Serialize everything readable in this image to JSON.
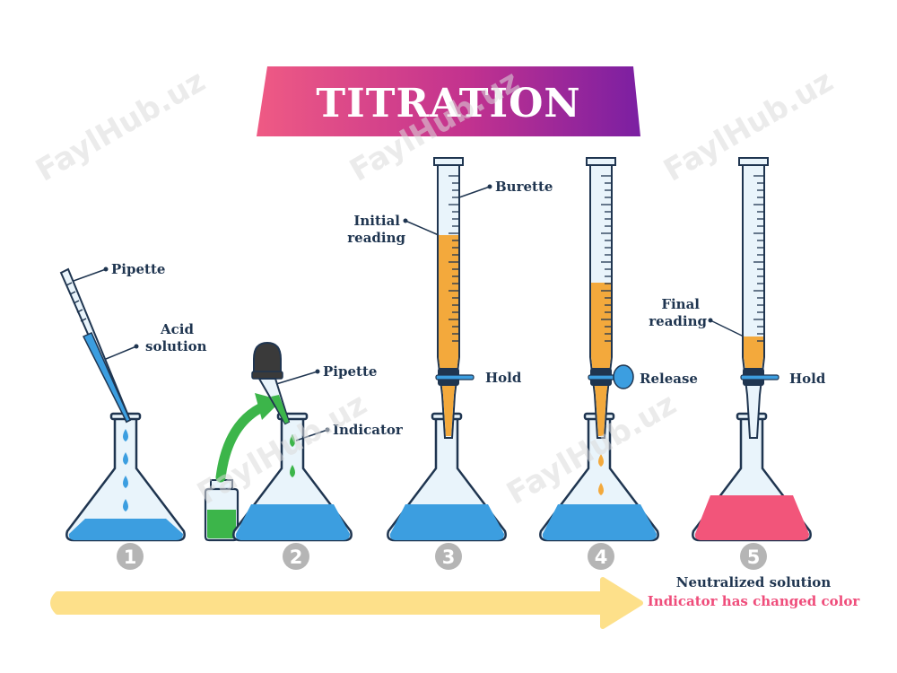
{
  "title": "TITRATION",
  "watermark": "FaylHub.uz",
  "steps": [
    "1",
    "2",
    "3",
    "4",
    "5"
  ],
  "labels": {
    "pipette_1": "Pipette",
    "acid_solution": [
      "Acid",
      "solution"
    ],
    "pipette_2": "Pipette",
    "indicator": "Indicator",
    "burette": "Burette",
    "initial_reading": [
      "Initial",
      "reading"
    ],
    "hold_3": "Hold",
    "release": "Release",
    "final_reading": [
      "Final",
      "reading"
    ],
    "hold_5": "Hold"
  },
  "result": {
    "line1": "Neutralized solution",
    "line2": "Indicator has changed color"
  },
  "colors": {
    "blue_solution": "#3c9ee0",
    "orange_titrant": "#f3a93c",
    "green_indicator": "#3cb54a",
    "pink_neutralized": "#f2557a",
    "glass": "#e9f4fb",
    "outline": "#1f3550",
    "arrow": "#fde08a",
    "title_gradient": [
      "#ef5a84",
      "#7b1fa2"
    ],
    "step_badge": "#b5b5b5"
  }
}
